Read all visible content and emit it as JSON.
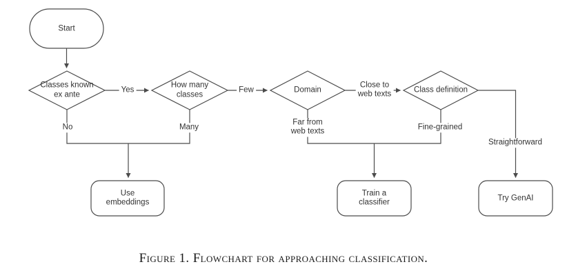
{
  "diagram": {
    "nodes": {
      "start": {
        "label": "Start"
      },
      "classes_known": {
        "line1": "Classes known",
        "line2": "ex ante"
      },
      "how_many": {
        "line1": "How many",
        "line2": "classes"
      },
      "domain": {
        "label": "Domain"
      },
      "class_definition": {
        "label": "Class definition"
      },
      "use_embeddings": {
        "line1": "Use",
        "line2": "embeddings"
      },
      "train_classifier": {
        "line1": "Train a",
        "line2": "classifier"
      },
      "try_genai": {
        "label": "Try GenAI"
      }
    },
    "edge_labels": {
      "yes": "Yes",
      "few": "Few",
      "no": "No",
      "many": "Many",
      "close_to": {
        "line1": "Close to",
        "line2": "web texts"
      },
      "far_from": {
        "line1": "Far from",
        "line2": "web texts"
      },
      "fine_grained": "Fine-grained",
      "straightforward": "Straightforward"
    }
  },
  "caption": "Figure 1. Flowchart for approaching classification.",
  "colors": {
    "line": "#4b4b4b",
    "text": "#333333",
    "background": "#ffffff"
  }
}
